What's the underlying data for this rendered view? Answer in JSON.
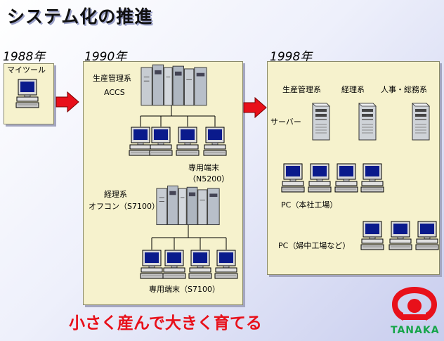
{
  "title": "システム化の推進",
  "eras": [
    {
      "year": "1988年",
      "system": "マイツール"
    },
    {
      "year": "1990年",
      "production_label": "生産管理系",
      "production_sub": "ACCS",
      "terminal1_label": "専用端末",
      "terminal1_model": "（N5200）",
      "accounting_label": "経理系",
      "accounting_sub": "オフコン（S7100）",
      "terminal2_label": "専用端末（S7100）"
    },
    {
      "year": "1998年",
      "server_labels": [
        "生産管理系",
        "経理系",
        "人事・総務系"
      ],
      "server_tag": "サーバー",
      "pc_group1": "PC（本社工場）",
      "pc_group2": "PC（婦中工場など）"
    }
  ],
  "slogan": "小さく産んで大きく育てる",
  "company": "TANAKA",
  "colors": {
    "panel": "#f6f2cd",
    "arrow": "#e8101a",
    "slogan": "#e8101a",
    "brand": "#16a54a"
  }
}
